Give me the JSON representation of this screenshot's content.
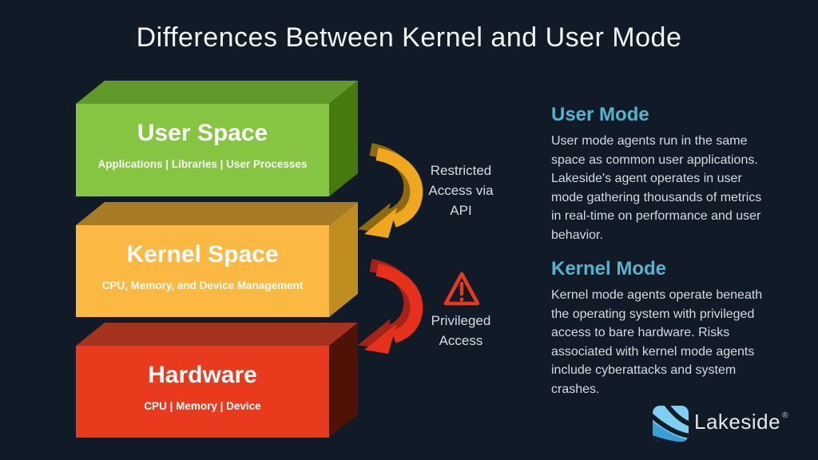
{
  "title": "Differences Between Kernel and User Mode",
  "background": "#101b27",
  "stack": {
    "blocks": [
      {
        "id": "user-space",
        "label": "User Space",
        "sublabel": "Applications | Libraries | User Processes",
        "colors": {
          "front": "#85c542",
          "top": "#61992b",
          "side": "#47790f"
        }
      },
      {
        "id": "kernel-space",
        "label": "Kernel Space",
        "sublabel": "CPU, Memory, and Device Management",
        "colors": {
          "front": "#fbb843",
          "top": "#a87c26",
          "side": "#bf8d20"
        }
      },
      {
        "id": "hardware",
        "label": "Hardware",
        "sublabel": "CPU | Memory | Device",
        "colors": {
          "front": "#ea3a1d",
          "top": "#a5331f",
          "side": "#4e1207"
        }
      }
    ]
  },
  "connectors": [
    {
      "id": "restricted-access",
      "label": "Restricted\nAccess via\nAPI",
      "color": "#efa71e",
      "shadow": "#8d6a12"
    },
    {
      "id": "privileged-access",
      "label": "Privileged\nAccess",
      "color": "#e5301b",
      "shadow": "#a32416",
      "warning_color": "#e8391c",
      "icon": "warning-triangle"
    }
  ],
  "sidebar": {
    "sections": [
      {
        "heading": "User Mode",
        "heading_color": "#55b3cb",
        "body": "User mode agents run in the same\nspace as common user applications.\nLakeside's agent operates in user\nmode gathering thousands of metrics\nin real-time on performance and user\nbehavior."
      },
      {
        "heading": "Kernel Mode",
        "heading_color": "#55b3cb",
        "body": "Kernel mode agents operate beneath\nthe operating system with privileged\naccess to bare hardware. Risks\nassociated with kernel mode agents\ninclude cyberattacks and system\ncrashes."
      }
    ]
  },
  "logo": {
    "text": "Lakeside",
    "registered": "®",
    "mark_colors": {
      "light": "#7fd0f0",
      "mid": "#3a9fd4",
      "dark": "#101b27"
    }
  }
}
